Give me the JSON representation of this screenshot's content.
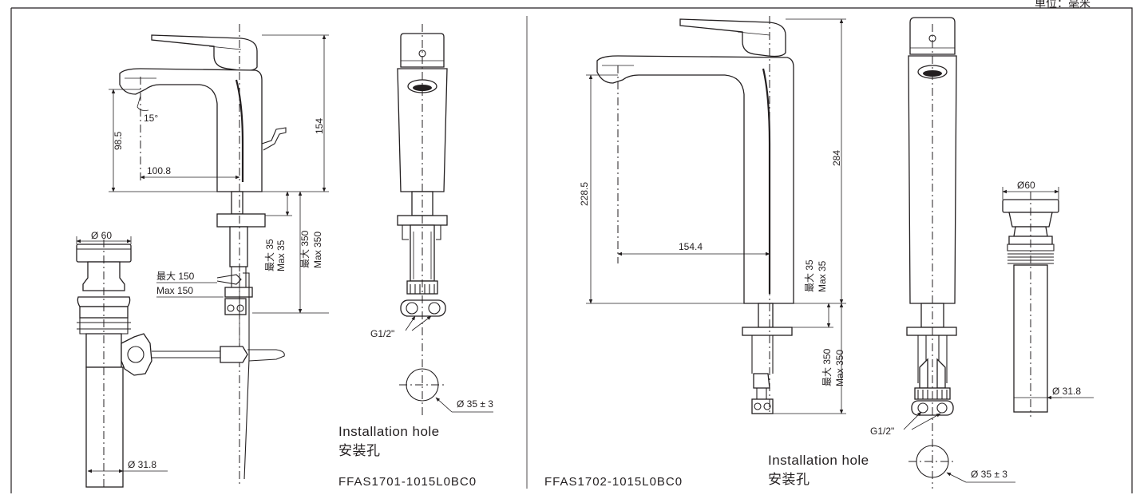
{
  "unit_label": "单位：毫米",
  "left": {
    "model": "FFAS1701-1015L0BC0",
    "angle": "15°",
    "height_spout": "98.5",
    "reach": "100.8",
    "total_height": "154",
    "max35_cn": "最大 35",
    "max35_en": "Max 35",
    "max350_cn": "最大 350",
    "max350_en": "Max 350",
    "max150_cn": "最大 150",
    "max150_en": "Max 150",
    "drain_dia": "Ø 60",
    "tail_dia": "Ø 31.8",
    "thread": "G1/2\"",
    "hole_dia": "Ø 35 ± 3",
    "hole_en": "Installation hole",
    "hole_cn": "安装孔"
  },
  "right": {
    "model": "FFAS1702-1015L0BC0",
    "height_spout": "228.5",
    "reach": "154.4",
    "total_height": "284",
    "max35_cn": "最大 35",
    "max35_en": "Max 35",
    "max350_cn": "最大 350",
    "max350_en": "Max 350",
    "drain_dia": "Ø60",
    "tail_dia": "Ø 31.8",
    "thread": "G1/2\"",
    "hole_dia": "Ø 35 ± 3",
    "hole_en": "Installation hole",
    "hole_cn": "安装孔"
  }
}
